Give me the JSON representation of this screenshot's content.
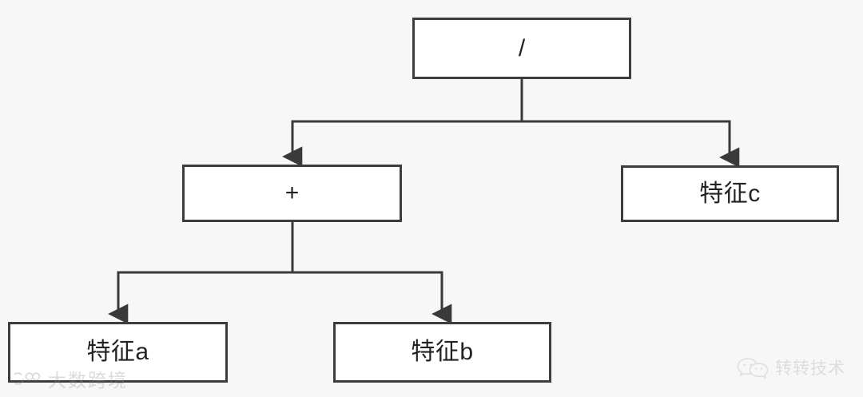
{
  "diagram": {
    "type": "expression-tree",
    "title": "",
    "background_color": "#f7f7f7",
    "node_fill_color": "#ffffff",
    "node_border_color": "#3d3d3d",
    "edge_color": "#3a3a3a",
    "nodes": [
      {
        "id": "root",
        "label": "/",
        "kind": "operator",
        "level": 0
      },
      {
        "id": "plus",
        "label": "+",
        "kind": "operator",
        "level": 1
      },
      {
        "id": "featc",
        "label": "特征c",
        "kind": "feature",
        "level": 1
      },
      {
        "id": "feata",
        "label": "特征a",
        "kind": "feature",
        "level": 2
      },
      {
        "id": "featb",
        "label": "特征b",
        "kind": "feature",
        "level": 2
      }
    ],
    "edges": [
      {
        "from": "root",
        "to": "plus",
        "style": "orthogonal",
        "arrow": "triangle"
      },
      {
        "from": "root",
        "to": "featc",
        "style": "orthogonal",
        "arrow": "triangle"
      },
      {
        "from": "plus",
        "to": "feata",
        "style": "orthogonal",
        "arrow": "triangle"
      },
      {
        "from": "plus",
        "to": "featb",
        "style": "orthogonal",
        "arrow": "triangle"
      }
    ]
  },
  "watermarks": {
    "bottom_left": {
      "text": "大数跨境",
      "icon": "circle-infinity-logo-icon"
    },
    "bottom_right": {
      "text": "转转技术",
      "icon": "wechat-bubbles-icon"
    }
  }
}
